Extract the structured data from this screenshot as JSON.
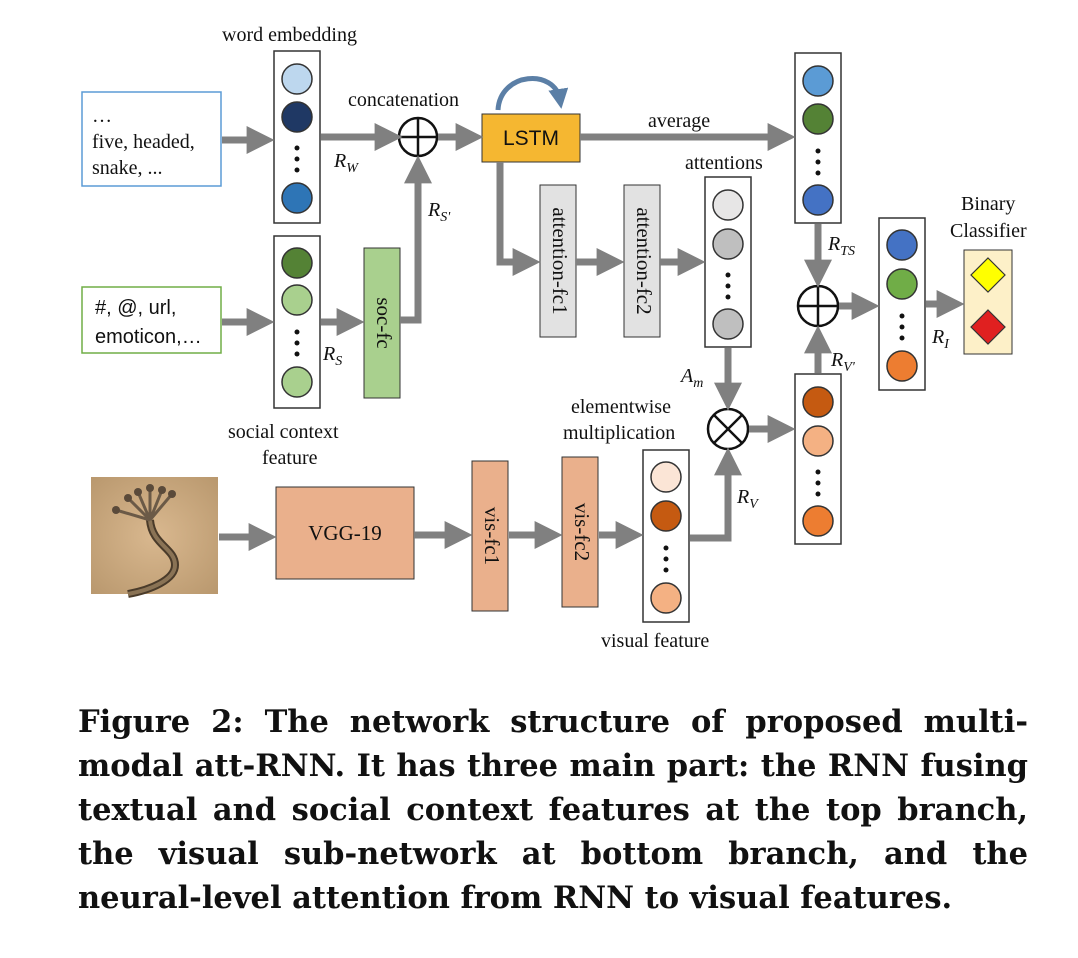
{
  "diagram": {
    "labels": {
      "word_embedding": "word embedding",
      "concatenation": "concatenation",
      "average": "average",
      "attentions": "attentions",
      "binary_classifier_1": "Binary",
      "binary_classifier_2": "Classifier",
      "social_context_1": "social context",
      "social_context_2": "feature",
      "elementwise_1": "elementwise",
      "elementwise_2": "multiplication",
      "visual_feature": "visual feature"
    },
    "text_input": [
      "…",
      "five, headed,",
      "snake, ..."
    ],
    "social_input": [
      "#, @, url,",
      "emoticon,…"
    ],
    "boxes": {
      "lstm": "LSTM",
      "att_fc1": "attention-fc1",
      "att_fc2": "attention-fc2",
      "soc_fc": "soc-fc",
      "vgg": "VGG-19",
      "vis_fc1": "vis-fc1",
      "vis_fc2": "vis-fc2"
    },
    "math": {
      "RW": {
        "base": "R",
        "sub": "W"
      },
      "RS": {
        "base": "R",
        "sub": "S"
      },
      "RSp": {
        "base": "R",
        "sub": "S'"
      },
      "RTS": {
        "base": "R",
        "sub": "TS"
      },
      "RVp": {
        "base": "R",
        "sub": "V'"
      },
      "RV": {
        "base": "R",
        "sub": "V"
      },
      "RI": {
        "base": "R",
        "sub": "I"
      },
      "Am": {
        "base": "A",
        "sub": "m"
      }
    },
    "colors": {
      "arrow": "#808080",
      "lstm": "#f5b731",
      "orange_box": "#eab08c",
      "gray_box": "#e2e2e2",
      "green_box": "#a9d08e",
      "text_input_border": "#5b9bd5",
      "social_input_border": "#70ad47",
      "classifier_bg": "#fdf0c8",
      "diamond_yellow": "#ffff00",
      "diamond_red": "#e02020"
    }
  },
  "caption": "Figure 2: The network structure of proposed multi-modal att-RNN. It has three main part: the RNN fusing textual and social context features at the top branch, the visual sub-network at bottom branch, and the neural-level attention from RNN to visual features."
}
